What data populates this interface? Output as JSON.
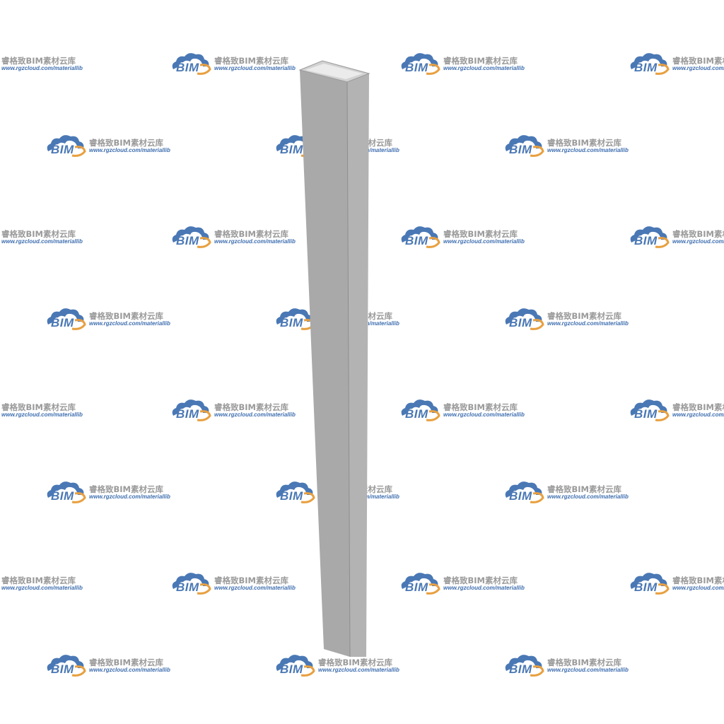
{
  "watermark": {
    "logo_text": "BIM",
    "brand_text": "睿格致BIM素材云库",
    "url_text": "www.rgzcloud.com/materiallib",
    "colors": {
      "cloud_blue": "#4a78b5",
      "cloud_orange": "#e8a040",
      "brand_gray": "#9a9a9a"
    }
  },
  "object": {
    "name": "rectangular-tube-column",
    "colors": {
      "front": "#a9a9a9",
      "side": "#b4b4b4",
      "top_rim": "#cfcfcf",
      "inner": "#e4e4e4",
      "edge": "#8e8e8e"
    }
  }
}
